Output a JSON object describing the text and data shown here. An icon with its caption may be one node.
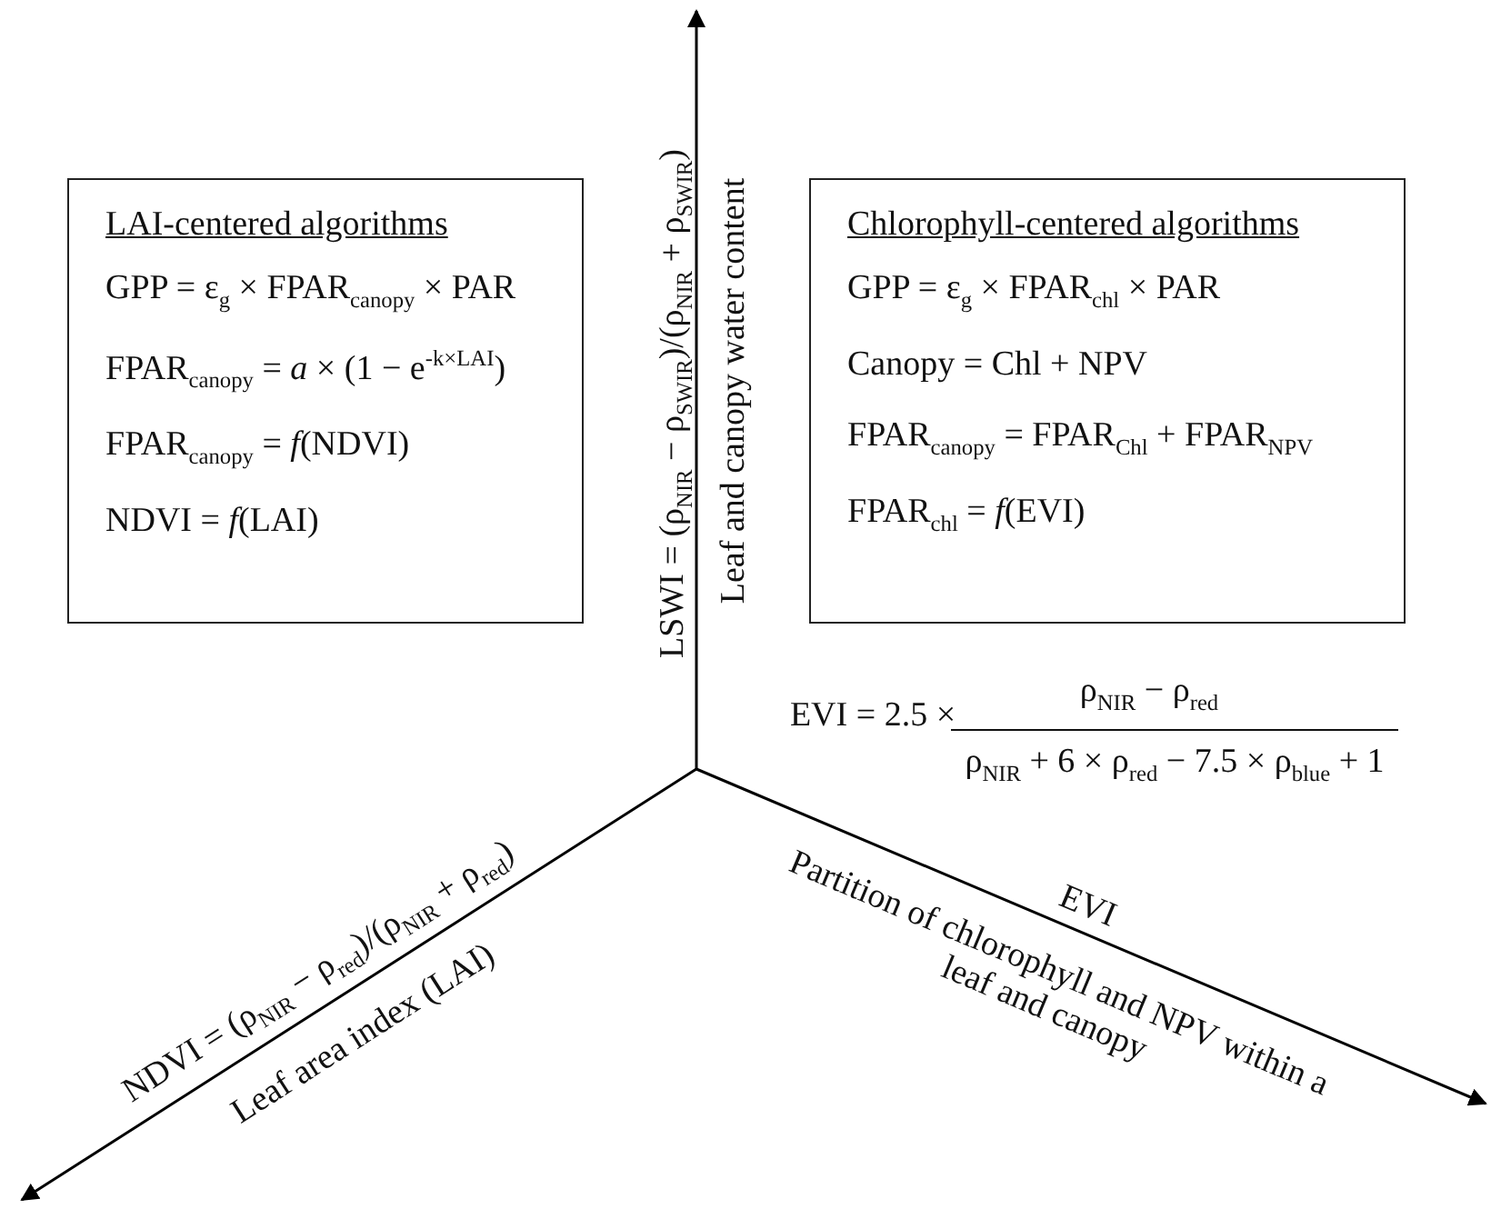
{
  "diagram": {
    "nodes": [
      {
        "text": [
          "LAI-centered algorithms",
          "GPP = ε$_{g}$ × FPAR$_{canopy}$ × PAR",
          "FPAR$_{canopy}$ = *a* × (1 − e$^{-k×LAI}$)",
          "FPAR$_{canopy}$ = *f*(NDVI)",
          "NDVI = *f*(LAI)"
        ]
      },
      {
        "text": [
          "Chlorophyll-centered algorithms",
          "GPP = ε$_{g}$ × FPAR$_{chl}$ × PAR",
          "Canopy = Chl + NPV",
          "FPAR$_{canopy}$ = FPAR$_{Chl}$ + FPAR$_{NPV}$",
          "FPAR$_{chl}$ = *f*(EVI)"
        ]
      }
    ],
    "labels": [
      "LSWI = (ρ$_{NIR}$ − ρ$_{SWIR}$)/(ρ$_{NIR}$ + ρ$_{SWIR}$)",
      "Leaf and canopy water content",
      "EVI = 2.5 ×",
      "ρ$_{NIR}$ − ρ$_{red}$",
      "ρ$_{NIR}$ + 6 × ρ$_{red}$ − 7.5 × ρ$_{blue}$ + 1",
      "EVI",
      "Partition of chlorophyll and NPV within a leaf and canopy",
      "NDVI = (ρ$_{NIR}$ − ρ$_{red}$)/(ρ$_{NIR}$ + ρ$_{red}$)",
      "Leaf area index (LAI)"
    ]
  }
}
